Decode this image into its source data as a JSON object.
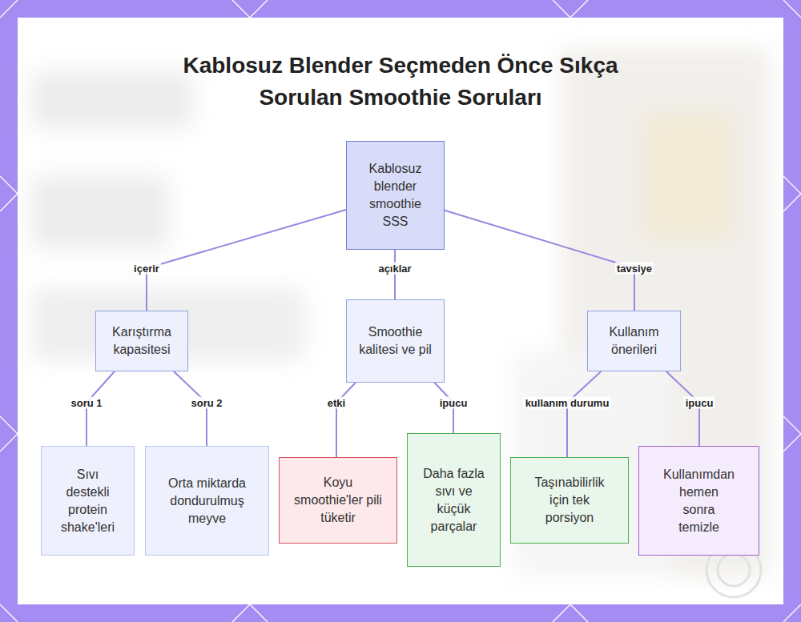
{
  "diagram": {
    "title": "Kablosuz Blender Seçmeden Önce Sıkça Sorulan Smoothie Soruları",
    "nodes": [
      {
        "text": [
          "Kablosuz blender smoothie SSS"
        ]
      },
      {
        "text": [
          "Karıştırma kapasitesi"
        ]
      },
      {
        "text": [
          "Smoothie kalitesi ve pil"
        ]
      },
      {
        "text": [
          "Kullanım önerileri"
        ]
      },
      {
        "text": [
          "Sıvı destekli protein shake'leri"
        ]
      },
      {
        "text": [
          "Orta miktarda dondurulmuş meyve"
        ]
      },
      {
        "text": [
          "Koyu smoothie'ler pili tüketir"
        ]
      },
      {
        "text": [
          "Daha fazla sıvı ve küçük parçalar"
        ]
      },
      {
        "text": [
          "Taşınabilirlik için tek porsiyon"
        ]
      },
      {
        "text": [
          "Kullanımdan hemen sonra temizle"
        ]
      }
    ],
    "edges": [
      {
        "from": 0,
        "to": 1,
        "arrow": "none",
        "label": "içerir"
      },
      {
        "from": 0,
        "to": 2,
        "arrow": "none",
        "label": "açıklar"
      },
      {
        "from": 0,
        "to": 3,
        "arrow": "none",
        "label": "tavsiye"
      },
      {
        "from": 1,
        "to": 4,
        "arrow": "none",
        "label": "soru 1"
      },
      {
        "from": 1,
        "to": 5,
        "arrow": "none",
        "label": "soru 2"
      },
      {
        "from": 2,
        "to": 6,
        "arrow": "none",
        "label": "etki"
      },
      {
        "from": 2,
        "to": 7,
        "arrow": "none",
        "label": "ipucu"
      },
      {
        "from": 3,
        "to": 8,
        "arrow": "none",
        "label": "kullanım durumu"
      },
      {
        "from": 3,
        "to": 9,
        "arrow": "none",
        "label": "ipucu"
      }
    ]
  }
}
